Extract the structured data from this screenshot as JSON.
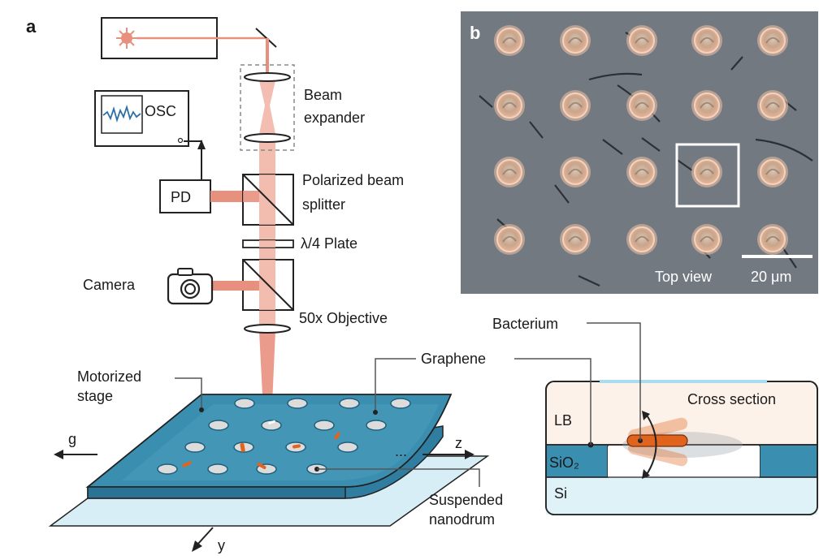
{
  "panel_a": {
    "letter": "a",
    "labels": {
      "beam_expander_1": "Beam",
      "beam_expander_2": "expander",
      "osc": "OSC",
      "pd": "PD",
      "pbs_1": "Polarized beam",
      "pbs_2": "splitter",
      "plate": "λ/4 Plate",
      "camera": "Camera",
      "objective": "50x Objective",
      "stage_1": "Motorized",
      "stage_2": "stage",
      "graphene": "Graphene",
      "axis_g": "g",
      "axis_z": "z",
      "axis_y": "y",
      "ellipsis": "...",
      "nanodrum_1": "Suspended",
      "nanodrum_2": "nanodrum"
    }
  },
  "panel_b": {
    "letter": "b",
    "top_view": "Top view",
    "scale_bar": "20 μm"
  },
  "cross_section": {
    "bacterium": "Bacterium",
    "title": "Cross section",
    "lb": "LB",
    "sio2": "SiO₂",
    "si": "Si"
  },
  "colors": {
    "laser": "#e8907e",
    "substrate_blue": "#3a8fb0",
    "stage_light": "#d8eef6",
    "micrograph_bg": "#6b7278",
    "bacterium": "#e0641e"
  }
}
